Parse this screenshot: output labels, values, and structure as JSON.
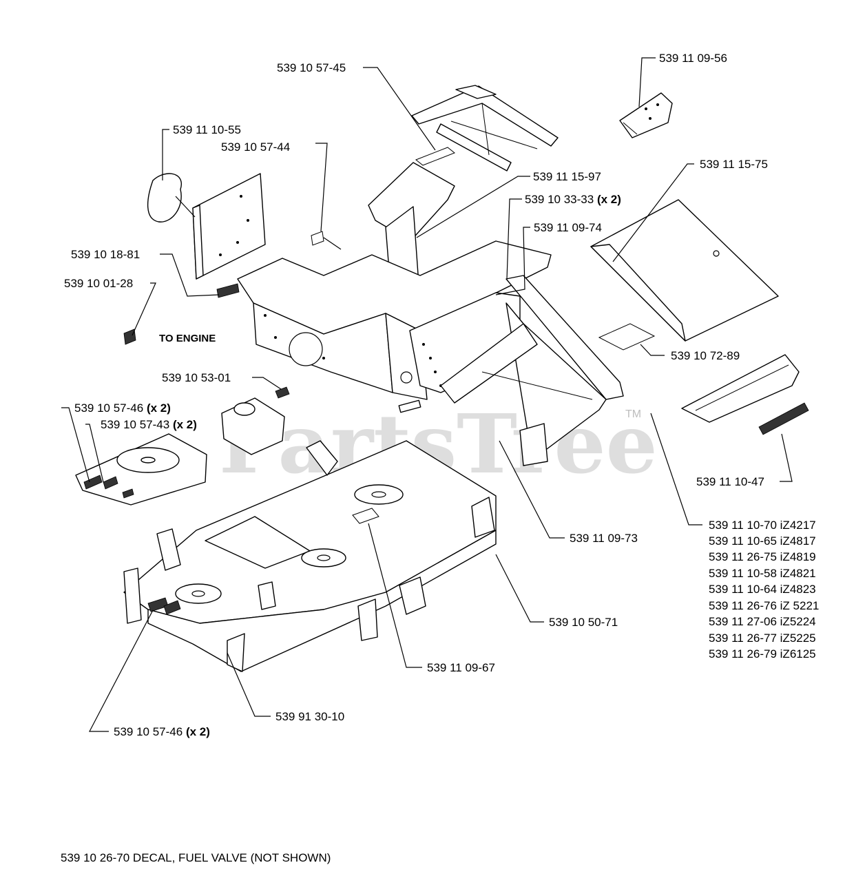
{
  "watermark": {
    "text": "PartsTree",
    "tm": "TM"
  },
  "labels": {
    "p_57_45": "539 10 57-45",
    "p_09_56": "539 11 09-56",
    "p_10_55": "539 11 10-55",
    "p_57_44": "539 10 57-44",
    "p_15_97": "539 11 15-97",
    "p_33_33": "539 10 33-33",
    "p_33_33_qty": "(x 2)",
    "p_15_75": "539 11 15-75",
    "p_09_74": "539 11 09-74",
    "p_18_81": "539 10 18-81",
    "p_01_28": "539 10 01-28",
    "to_engine": "TO ENGINE",
    "p_72_89": "539 10 72-89",
    "p_53_01": "539 10 53-01",
    "p_57_46_top": "539 10 57-46",
    "p_57_46_top_qty": "(x 2)",
    "p_57_43": "539 10 57-43",
    "p_57_43_qty": "(x 2)",
    "p_10_47": "539 11 10-47",
    "p_09_73": "539 11 09-73",
    "p_50_71": "539 10 50-71",
    "p_09_67": "539 11 09-67",
    "p_30_10": "539 91 30-10",
    "p_57_46_bot": "539 10 57-46",
    "p_57_46_bot_qty": "(x 2)"
  },
  "model_list": [
    "539 11 10-70 iZ4217",
    "539 11 10-65 iZ4817",
    "539 11 26-75 iZ4819",
    "539 11 10-58 iZ4821",
    "539 11 10-64 iZ4823",
    "539 11 26-76 iZ 5221",
    "539 11 27-06 iZ5224",
    "539 11 26-77 iZ5225",
    "539 11 26-79 iZ6125"
  ],
  "footer_note": "539 10 26-70 DECAL, FUEL VALVE (NOT SHOWN)"
}
